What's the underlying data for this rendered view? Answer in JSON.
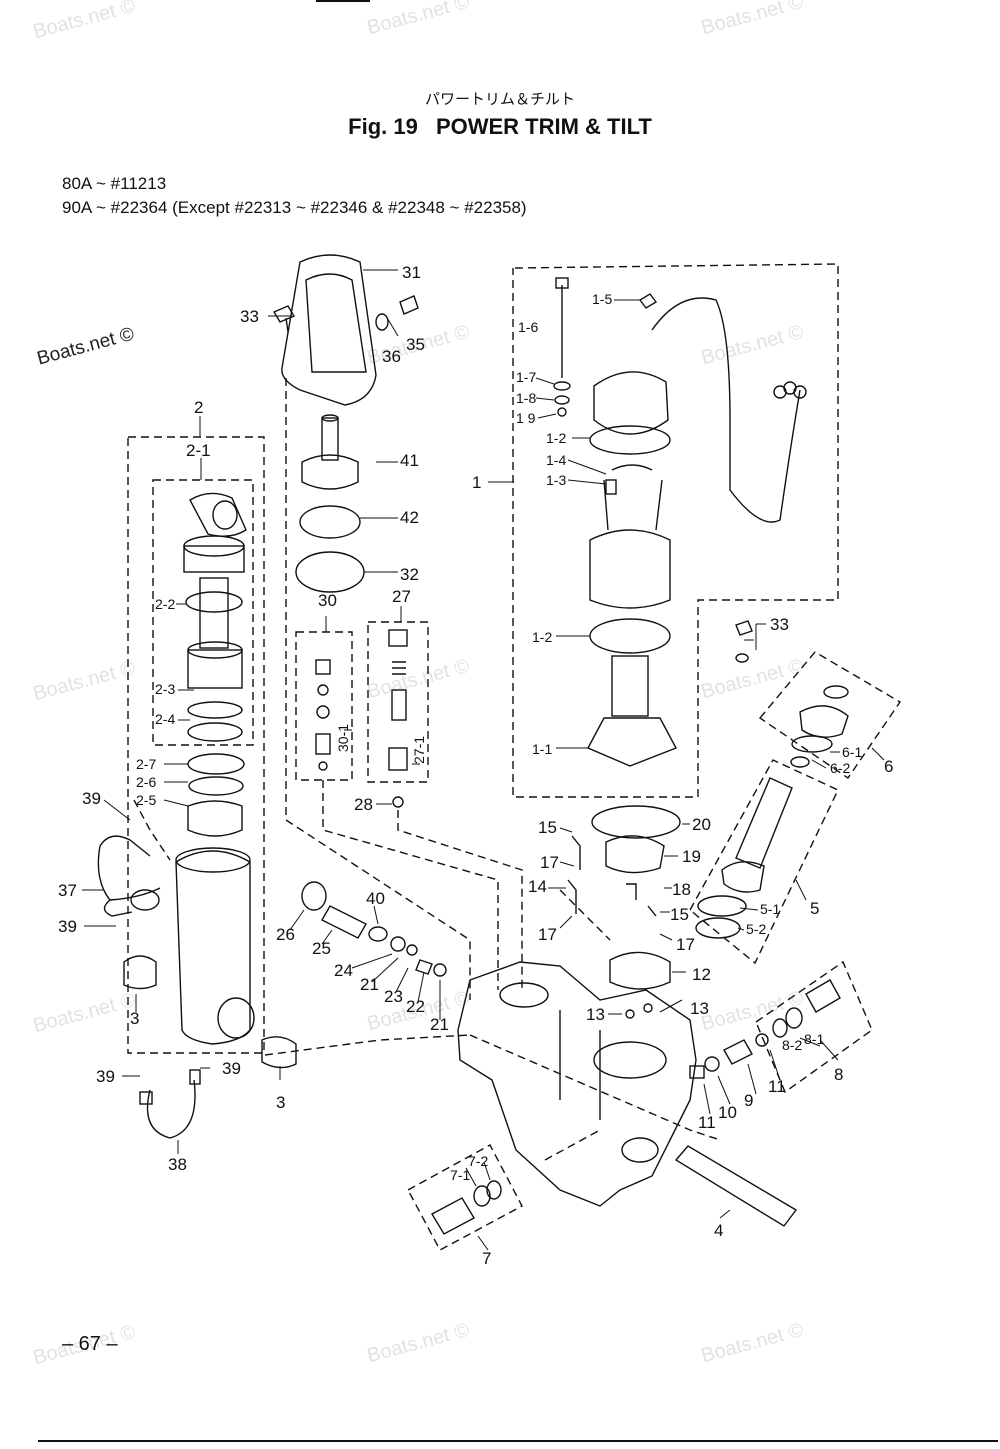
{
  "header": {
    "japanese_title": "パワートリム＆チルト",
    "fig_label": "Fig. 19",
    "title": "POWER TRIM & TILT"
  },
  "models": [
    "80A   ~ #11213",
    "90A   ~ #22364   (Except #22313 ~ #22346 & #22348 ~ #22358)"
  ],
  "watermark": "Boats.net ©",
  "page_number": "– 67 –",
  "part_labels": {
    "p31": "31",
    "p33a": "33",
    "p35": "35",
    "p36": "36",
    "p2": "2",
    "p2_1": "2-1",
    "p2_2": "2-2",
    "p2_3": "2-3",
    "p2_4": "2-4",
    "p2_7": "2-7",
    "p2_6": "2-6",
    "p2_5": "2-5",
    "p41": "41",
    "p42": "42",
    "p32": "32",
    "p30": "30",
    "p30_1": "30-1",
    "p27": "27",
    "p27_1": "27-1",
    "p28": "28",
    "p1": "1",
    "p1_5": "1-5",
    "p1_6": "1-6",
    "p1_7": "1-7",
    "p1_8": "1-8",
    "p1_9": "1 9",
    "p1_2a": "1-2",
    "p1_4": "1-4",
    "p1_3": "1-3",
    "p1_2b": "1-2",
    "p1_1": "1-1",
    "p33b": "33",
    "p6": "6",
    "p6_1": "6-1",
    "p6_2": "6-2",
    "p5": "5",
    "p5_1": "5-1",
    "p5_2": "5-2",
    "p20": "20",
    "p19": "19",
    "p15a": "15",
    "p17a": "17",
    "p14": "14",
    "p18": "18",
    "p15b": "15",
    "p17b": "17",
    "p17c": "17",
    "p12": "12",
    "p13a": "13",
    "p13b": "13",
    "p8": "8",
    "p8_1": "8-1",
    "p8_2": "8-2",
    "p11a": "11",
    "p9": "9",
    "p10": "10",
    "p11b": "11",
    "p4": "4",
    "p7": "7",
    "p7_1": "7-1",
    "p7_2": "7-2",
    "p39a": "39",
    "p37": "37",
    "p39b": "39",
    "p3a": "3",
    "p3b": "3",
    "p39c": "39",
    "p39d": "39",
    "p38": "38",
    "p26": "26",
    "p25": "25",
    "p40": "40",
    "p24": "24",
    "p21a": "21",
    "p23": "23",
    "p22": "22",
    "p21b": "21"
  }
}
